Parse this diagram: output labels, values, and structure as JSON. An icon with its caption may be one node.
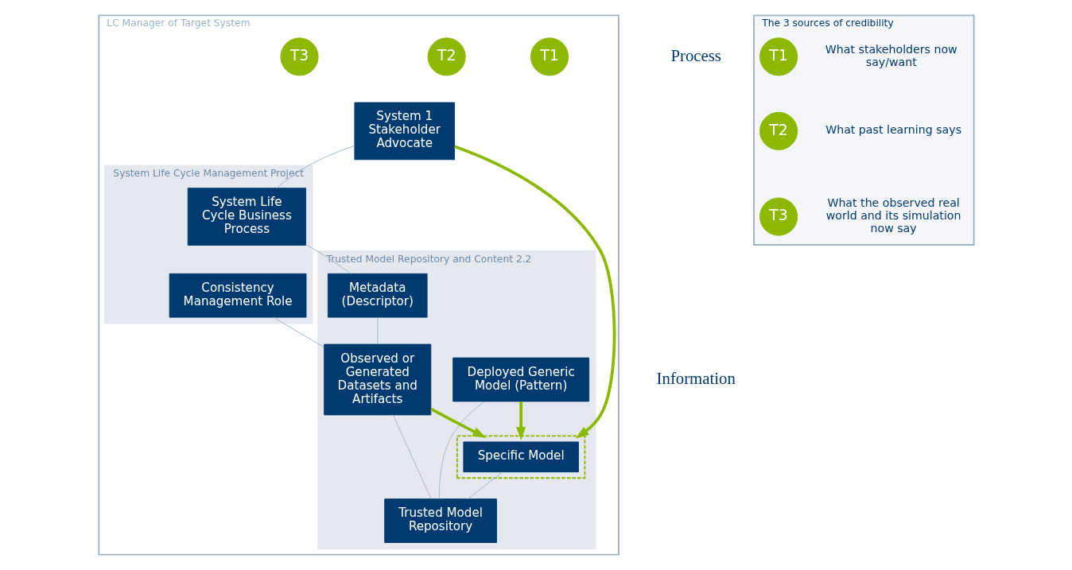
{
  "diagram": {
    "nodes": [
      {
        "text": [
          "LC Manager of Target System"
        ]
      },
      {
        "text": [
          "System Life Cycle Management Project"
        ],
        "in": 0
      },
      {
        "text": [
          "System Life Cycle Business Process"
        ],
        "in": 1
      },
      {
        "text": [
          "System 1 Stakeholder Advocate"
        ],
        "in": 0
      },
      {
        "text": [
          "Consistency Management Role"
        ],
        "in": 1
      },
      {
        "text": [
          "Trusted Model Repository and Content 2.2"
        ],
        "in": 0
      },
      {
        "text": [
          "Deployed Generic Model (Pattern)"
        ],
        "in": 5
      },
      {
        "text": [
          "Metadata (Descriptor)"
        ],
        "in": 5
      },
      {
        "text": [],
        "shape": "box",
        "in": 5
      },
      {
        "text": [
          "Specific Model"
        ],
        "in": 8
      },
      {
        "text": [
          "Observed or Generated Datasets and Artifacts"
        ],
        "in": 5
      },
      {
        "text": [
          "Trusted Model Repository"
        ],
        "in": 5
      },
      {
        "text": [
          "T1"
        ],
        "in": 0
      },
      {
        "text": [
          "T2"
        ],
        "in": 0
      },
      {
        "text": [
          "T3"
        ],
        "in": 0
      },
      {
        "text": [
          "The 3 sources of credibility"
        ]
      },
      {
        "text": [
          "T1"
        ],
        "in": 15,
        "beside": [
          "What stakeholders now say/want"
        ]
      },
      {
        "text": [
          "T2"
        ],
        "in": 15,
        "beside": [
          "What past learning says"
        ]
      },
      {
        "text": [
          "T3"
        ],
        "in": 15,
        "beside": [
          "What the observed real world and its simulation now say"
        ]
      }
    ],
    "edges": [
      {
        "from": 3,
        "to": 2,
        "arrow": "none"
      },
      {
        "from": 2,
        "to": 7,
        "arrow": "none"
      },
      {
        "from": 4,
        "to": 10,
        "arrow": "none"
      },
      {
        "from": 9,
        "to": 11,
        "arrow": "none"
      },
      {
        "from": 6,
        "to": 11,
        "arrow": "none"
      },
      {
        "from": 10,
        "to": 11,
        "arrow": "none"
      },
      {
        "from": 7,
        "to": 10,
        "arrow": "none"
      },
      {
        "from": 3,
        "to": 8,
        "arrow": "to",
        "style": "thick",
        "color": "#8cb800"
      },
      {
        "from": 6,
        "to": 8,
        "arrow": "to",
        "style": "thick",
        "color": "#8cb800"
      },
      {
        "from": 10,
        "to": 8,
        "arrow": "to",
        "style": "thick",
        "color": "#8cb800"
      }
    ],
    "labels": [
      "Process",
      "Information"
    ]
  }
}
